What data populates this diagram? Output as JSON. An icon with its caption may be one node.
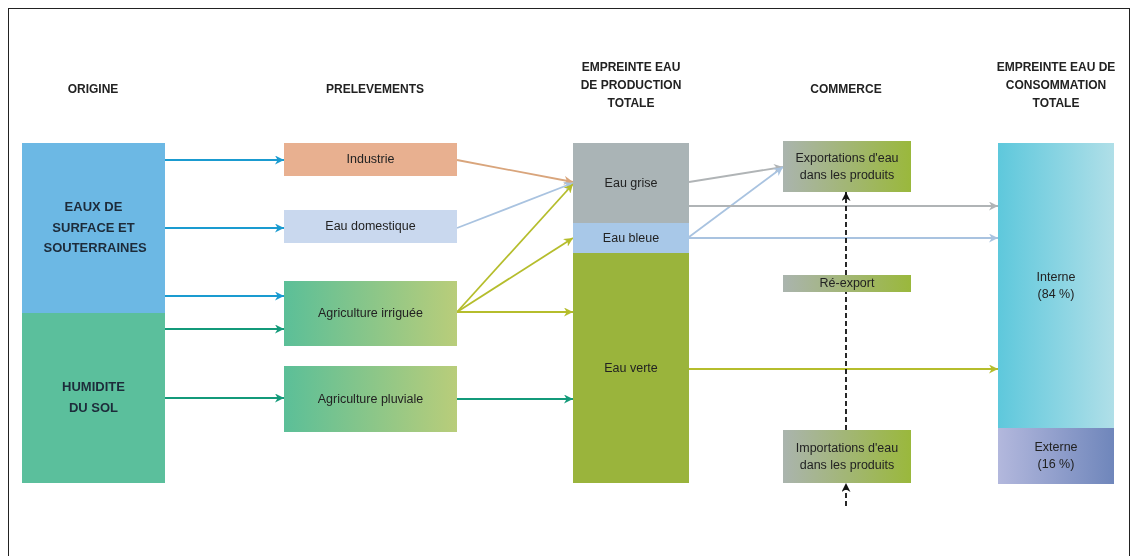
{
  "diagram": {
    "nodes": [
      {
        "text": [
          "EAUX DE SURFACE ET SOUTERRAINES"
        ]
      },
      {
        "text": [
          "HUMIDITE DU SOL"
        ]
      },
      {
        "text": [
          "Industrie"
        ]
      },
      {
        "text": [
          "Eau domestique"
        ]
      },
      {
        "text": [
          "Agriculture irriguée"
        ]
      },
      {
        "text": [
          "Agriculture pluviale"
        ]
      },
      {
        "text": [
          "Eau grise"
        ]
      },
      {
        "text": [
          "Eau bleue"
        ]
      },
      {
        "text": [
          "Eau verte"
        ]
      },
      {
        "text": [
          "Exportations d'eau dans les produits"
        ]
      },
      {
        "text": [
          "Ré-export"
        ]
      },
      {
        "text": [
          "Importations d'eau dans les produits"
        ]
      },
      {
        "text": [
          "Interne (84 %)"
        ]
      },
      {
        "text": [
          "Externe (16 %)"
        ]
      }
    ],
    "edges": [
      {
        "from": 0,
        "to": 2,
        "arrow": "to",
        "color": "#1a9bd0"
      },
      {
        "from": 0,
        "to": 3,
        "arrow": "to",
        "color": "#1a9bd0"
      },
      {
        "from": 0,
        "to": 4,
        "arrow": "to",
        "color": "#1a9bd0"
      },
      {
        "from": 1,
        "to": 4,
        "arrow": "to",
        "color": "#139a7a"
      },
      {
        "from": 1,
        "to": 5,
        "arrow": "to",
        "color": "#139a7a"
      },
      {
        "from": 2,
        "to": 6,
        "arrow": "to",
        "color": "#d9a57c"
      },
      {
        "from": 3,
        "to": 6,
        "arrow": "to",
        "color": "#a9c3e0"
      },
      {
        "from": 4,
        "to": 6,
        "arrow": "to",
        "color": "#b5bd2c"
      },
      {
        "from": 4,
        "to": 7,
        "arrow": "to",
        "color": "#b5bd2c"
      },
      {
        "from": 4,
        "to": 8,
        "arrow": "to",
        "color": "#b5bd2c"
      },
      {
        "from": 5,
        "to": 8,
        "arrow": "to",
        "color": "#139a7a"
      },
      {
        "from": 6,
        "to": 9,
        "arrow": "to",
        "color": "#b0b4b6"
      },
      {
        "from": 7,
        "to": 9,
        "arrow": "to",
        "color": "#a9c3e0"
      },
      {
        "from": 6,
        "to": 12,
        "arrow": "to",
        "color": "#b0b4b6"
      },
      {
        "from": 7,
        "to": 12,
        "arrow": "to",
        "color": "#a9c3e0"
      },
      {
        "from": 8,
        "to": 12,
        "arrow": "to",
        "color": "#b5bd2c"
      },
      {
        "from": null,
        "to": 11,
        "arrow": "to",
        "style": "dashed",
        "color": "#111111"
      },
      {
        "from": 11,
        "to": 10,
        "arrow": "none",
        "style": "dashed",
        "color": "#111111"
      },
      {
        "from": 10,
        "to": 9,
        "arrow": "to",
        "style": "dashed",
        "color": "#111111"
      }
    ],
    "labels": [
      "ORIGINE",
      "PRELEVEMENTS",
      "EMPREINTE EAU DE PRODUCTION TOTALE",
      "COMMERCE",
      "EMPREINTE EAU DE CONSOMMATION TOTALE"
    ]
  }
}
